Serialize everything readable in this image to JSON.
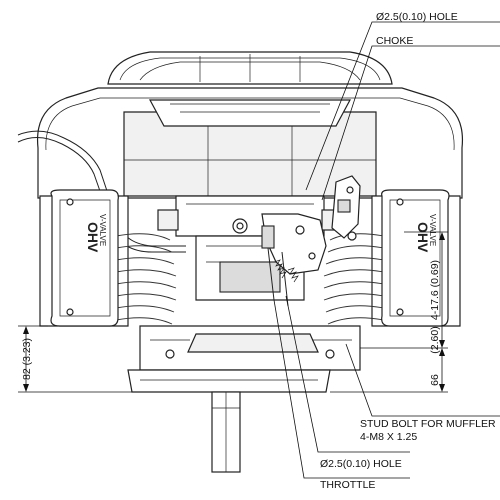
{
  "labels": {
    "hole_top": "Ø2.5(0.10) HOLE",
    "choke": "CHOKE",
    "stud_bolt": "STUD BOLT FOR MUFFLER",
    "stud_spec": "4-M8 X 1.25",
    "hole_bottom": "Ø2.5(0.10) HOLE",
    "throttle": "THROTTLE"
  },
  "dimensions": {
    "left_height": "82 (3.23)",
    "right_upper": "4-17.6 (0.69)",
    "right_mid": "(2.60)",
    "right_lower": "66"
  },
  "covers": {
    "left": {
      "brand": "OHV",
      "type": "V-VALVE"
    },
    "right": {
      "brand": "OHV",
      "type": "V-VALVE"
    }
  }
}
